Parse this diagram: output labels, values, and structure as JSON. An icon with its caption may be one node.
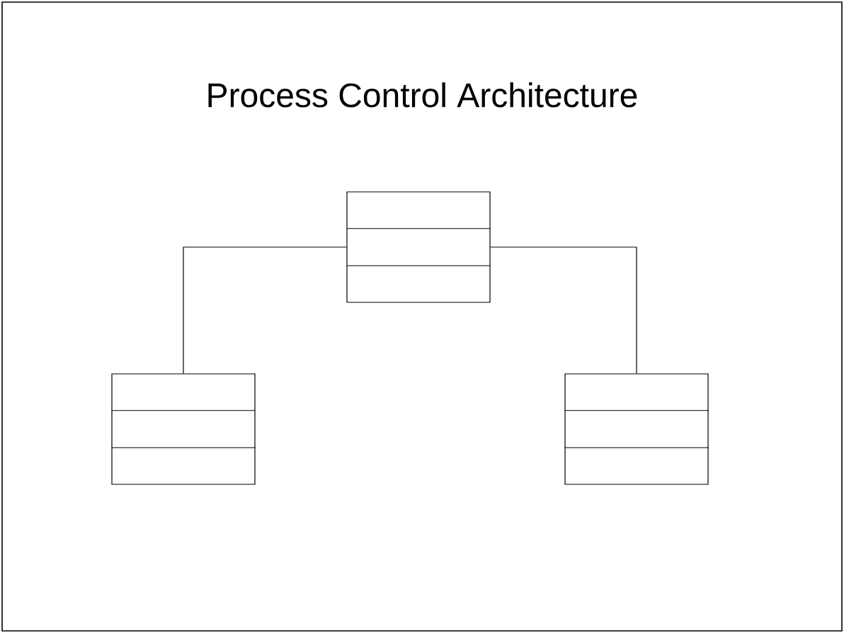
{
  "diagram": {
    "title": "Process Control Architecture",
    "nodes": [
      {
        "text": [],
        "shape": "box"
      },
      {
        "text": [],
        "shape": "box"
      },
      {
        "text": [],
        "shape": "box"
      }
    ],
    "edges": [
      {
        "from": 0,
        "to": 1,
        "arrow": "none"
      },
      {
        "from": 0,
        "to": 2,
        "arrow": "none"
      }
    ]
  }
}
